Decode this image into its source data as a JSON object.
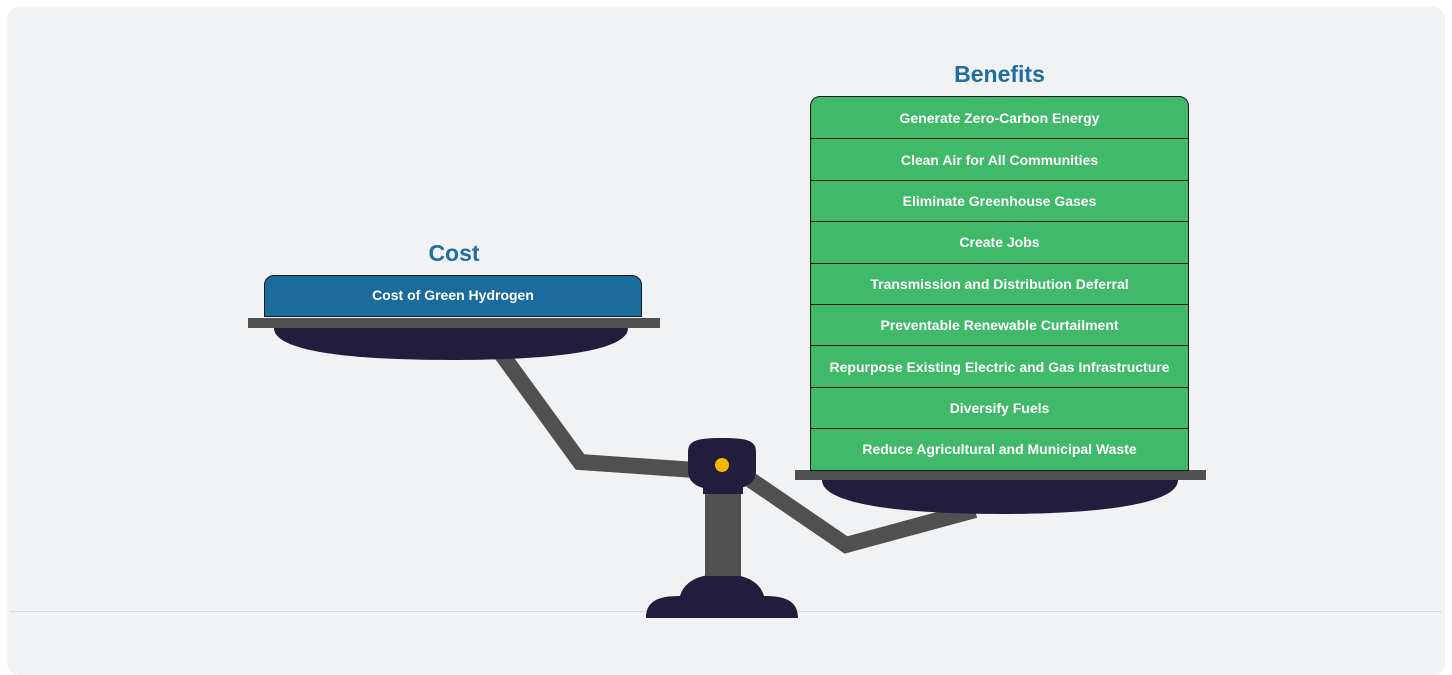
{
  "cost": {
    "title": "Cost",
    "items": [
      "Cost of Green Hydrogen"
    ]
  },
  "benefits": {
    "title": "Benefits",
    "items": [
      "Generate Zero-Carbon Energy",
      "Clean Air for All Communities",
      "Eliminate Greenhouse Gases",
      "Create Jobs",
      "Transmission and Distribution Deferral",
      "Preventable Renewable Curtailment",
      "Repurpose Existing Electric and Gas Infrastructure",
      "Diversify Fuels",
      "Reduce Agricultural and Municipal Waste"
    ]
  },
  "colors": {
    "cost_box": "#1b6b9c",
    "benefit_box": "#40b968",
    "heading": "#1f6e9e",
    "scale_dark": "#221c3d",
    "scale_arm": "#505050",
    "pivot": "#f5b800"
  }
}
